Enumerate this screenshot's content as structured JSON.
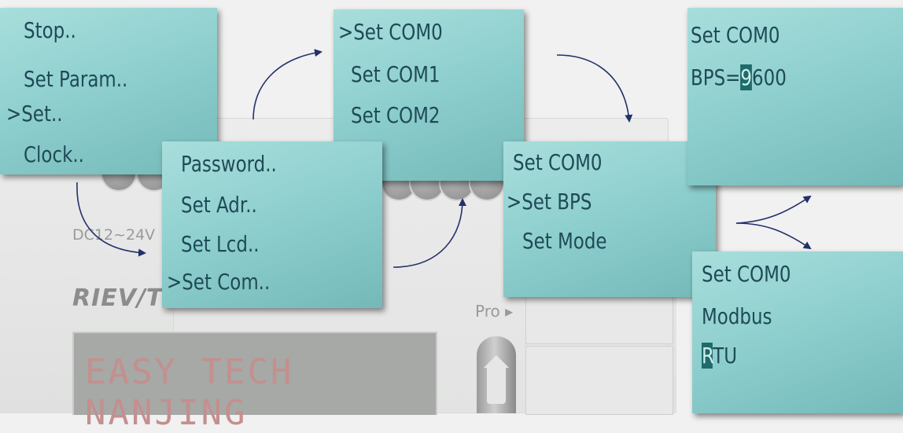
{
  "device": {
    "voltage_label": "DC12~24V",
    "brand_label": "RIEV/T",
    "pro_label": "Pro ▸",
    "lcd_lines": [
      "EASY TECH",
      "NANJING"
    ]
  },
  "main_menu": {
    "items": [
      "Stop..",
      "Set Param..",
      ">Set..",
      "Clock.."
    ]
  },
  "set_menu": {
    "items": [
      "Password..",
      "Set Adr..",
      "Set Lcd..",
      ">Set Com.."
    ]
  },
  "com_menu": {
    "items": [
      ">Set COM0",
      "Set COM1",
      "Set COM2"
    ]
  },
  "com0_menu": {
    "items": [
      "Set COM0",
      ">Set BPS",
      "Set Mode"
    ]
  },
  "bps_screen": {
    "title": "Set COM0",
    "bps_prefix": "BPS=",
    "bps_cursor_digit": "9",
    "bps_rest": "600"
  },
  "mode_screen": {
    "title": "Set COM0",
    "protocol": "Modbus",
    "mode_cursor_char": "R",
    "mode_rest": "TU"
  },
  "colors": {
    "panel": "#8fd0cf",
    "text": "#1f4a57",
    "arrow": "#23306a"
  }
}
